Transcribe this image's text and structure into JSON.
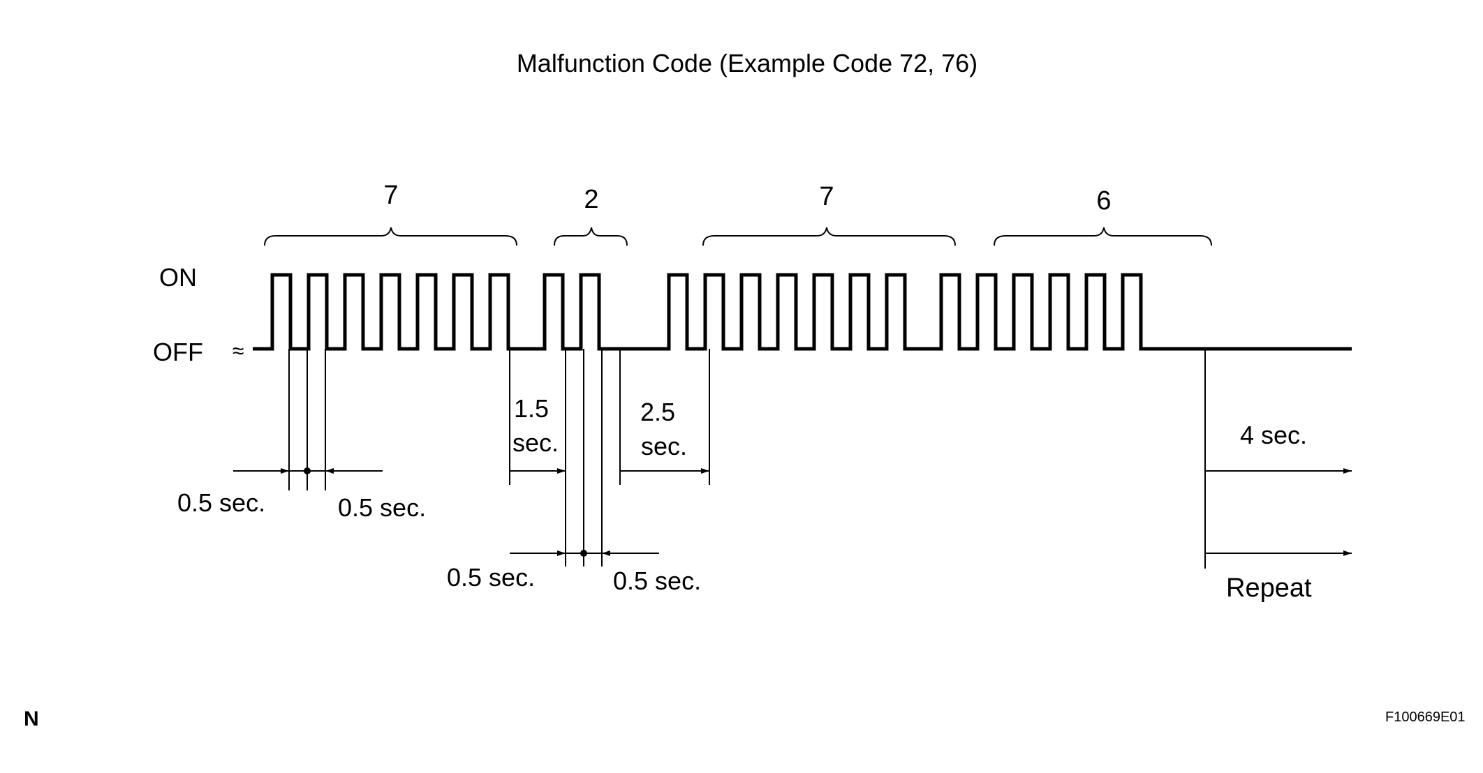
{
  "title": "Malfunction Code (Example Code 72, 76)",
  "levels": {
    "on": "ON",
    "off": "OFF"
  },
  "break_symbol": "≈",
  "digits": [
    "7",
    "2",
    "7",
    "6"
  ],
  "timing": {
    "pulse_on_left": "0.5 sec.",
    "pulse_off_right": "0.5 sec.",
    "digit_gap_line1": "1.5",
    "digit_gap_line2": "sec.",
    "code_gap_line1": "2.5",
    "code_gap_line2": "sec.",
    "pulse_on_left_2": "0.5 sec.",
    "pulse_off_right_2": "0.5 sec.",
    "end_pause": "4 sec.",
    "repeat": "Repeat"
  },
  "footer": {
    "corner_letter": "N",
    "figure_id": "F100669E01"
  }
}
